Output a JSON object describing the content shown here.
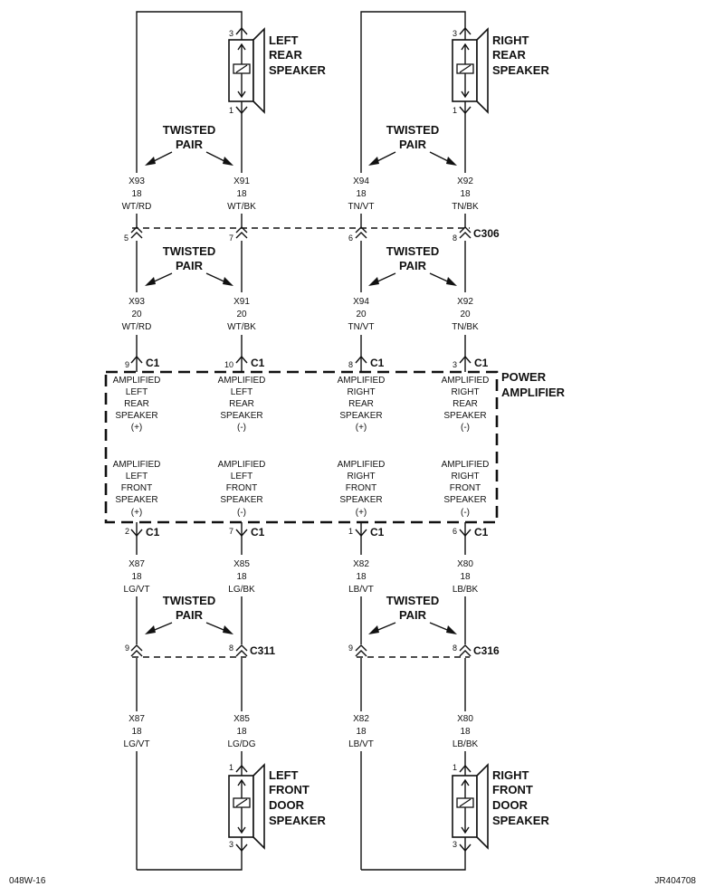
{
  "speakers": {
    "left_rear": {
      "lines": [
        "LEFT",
        "REAR",
        "SPEAKER"
      ],
      "pin_top": "3",
      "pin_bottom": "1"
    },
    "right_rear": {
      "lines": [
        "RIGHT",
        "REAR",
        "SPEAKER"
      ],
      "pin_top": "3",
      "pin_bottom": "1"
    },
    "left_front": {
      "lines": [
        "LEFT",
        "FRONT",
        "DOOR",
        "SPEAKER"
      ],
      "pin_top": "1",
      "pin_bottom": "3"
    },
    "right_front": {
      "lines": [
        "RIGHT",
        "FRONT",
        "DOOR",
        "SPEAKER"
      ],
      "pin_top": "1",
      "pin_bottom": "3"
    }
  },
  "twisted_pair": [
    "TWISTED",
    "PAIR"
  ],
  "wires": {
    "upper": [
      {
        "circuit": "X93",
        "gauge": "18",
        "color": "WT/RD"
      },
      {
        "circuit": "X91",
        "gauge": "18",
        "color": "WT/BK"
      },
      {
        "circuit": "X94",
        "gauge": "18",
        "color": "TN/VT"
      },
      {
        "circuit": "X92",
        "gauge": "18",
        "color": "TN/BK"
      }
    ],
    "middle": [
      {
        "circuit": "X93",
        "gauge": "20",
        "color": "WT/RD"
      },
      {
        "circuit": "X91",
        "gauge": "20",
        "color": "WT/BK"
      },
      {
        "circuit": "X94",
        "gauge": "20",
        "color": "TN/VT"
      },
      {
        "circuit": "X92",
        "gauge": "20",
        "color": "TN/BK"
      }
    ],
    "lower": [
      {
        "circuit": "X87",
        "gauge": "18",
        "color": "LG/VT"
      },
      {
        "circuit": "X85",
        "gauge": "18",
        "color": "LG/BK"
      },
      {
        "circuit": "X82",
        "gauge": "18",
        "color": "LB/VT"
      },
      {
        "circuit": "X80",
        "gauge": "18",
        "color": "LB/BK"
      }
    ],
    "bottom": [
      {
        "circuit": "X87",
        "gauge": "18",
        "color": "LG/VT"
      },
      {
        "circuit": "X85",
        "gauge": "18",
        "color": "LG/DG"
      },
      {
        "circuit": "X82",
        "gauge": "18",
        "color": "LB/VT"
      },
      {
        "circuit": "X80",
        "gauge": "18",
        "color": "LB/BK"
      }
    ]
  },
  "connectors": {
    "c306": {
      "name": "C306",
      "pins": [
        "5",
        "7",
        "6",
        "8"
      ]
    },
    "c1_top": {
      "name": "C1",
      "pins": [
        "9",
        "10",
        "8",
        "3"
      ]
    },
    "c1_bottom": {
      "name": "C1",
      "pins": [
        "2",
        "7",
        "1",
        "6"
      ]
    },
    "c311": {
      "name": "C311",
      "pins": [
        "9",
        "8"
      ]
    },
    "c316": {
      "name": "C316",
      "pins": [
        "9",
        "8"
      ]
    }
  },
  "amplifier": {
    "title": [
      "POWER",
      "AMPLIFIER"
    ],
    "rear_outputs": [
      [
        "AMPLIFIED",
        "LEFT",
        "REAR",
        "SPEAKER",
        "(+)"
      ],
      [
        "AMPLIFIED",
        "LEFT",
        "REAR",
        "SPEAKER",
        "(-)"
      ],
      [
        "AMPLIFIED",
        "RIGHT",
        "REAR",
        "SPEAKER",
        "(+)"
      ],
      [
        "AMPLIFIED",
        "RIGHT",
        "REAR",
        "SPEAKER",
        "(-)"
      ]
    ],
    "front_outputs": [
      [
        "AMPLIFIED",
        "LEFT",
        "FRONT",
        "SPEAKER",
        "(+)"
      ],
      [
        "AMPLIFIED",
        "LEFT",
        "FRONT",
        "SPEAKER",
        "(-)"
      ],
      [
        "AMPLIFIED",
        "RIGHT",
        "FRONT",
        "SPEAKER",
        "(+)"
      ],
      [
        "AMPLIFIED",
        "RIGHT",
        "FRONT",
        "SPEAKER",
        "(-)"
      ]
    ]
  },
  "footer": {
    "left": "048W-16",
    "right": "JR404708"
  }
}
